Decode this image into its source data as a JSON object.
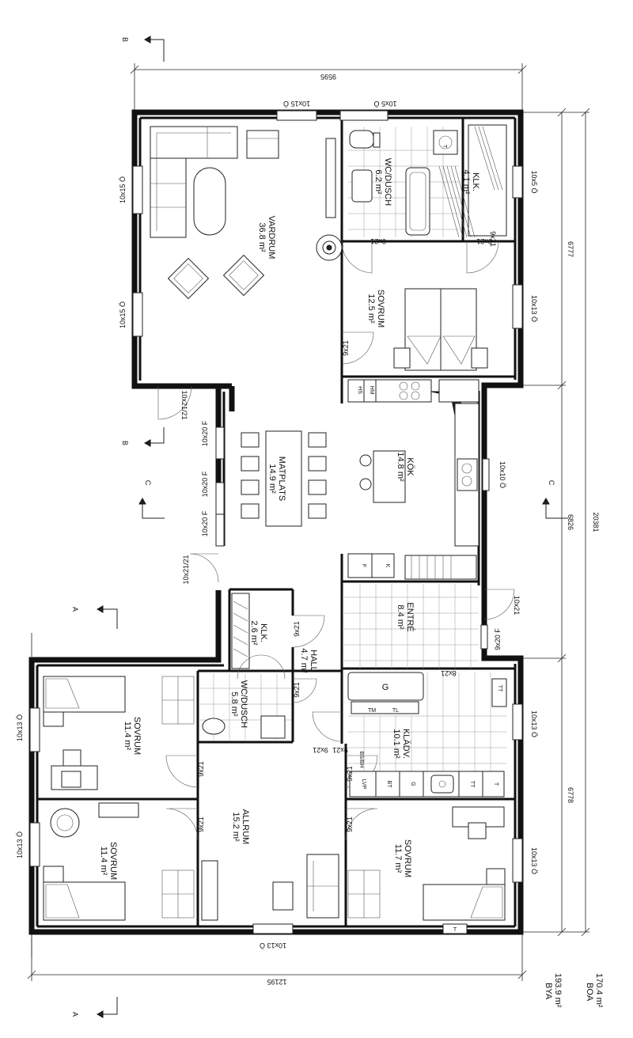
{
  "rooms": {
    "vardrum": {
      "name": "VARDRUM",
      "area": "36.8 m²"
    },
    "wcdusch_top": {
      "name": "WC/DUSCH",
      "area": "6.2 m²"
    },
    "klk_top": {
      "name": "KLK.",
      "area": "4.1 m²"
    },
    "sovrum_top": {
      "name": "SOVRUM",
      "area": "12.5 m²"
    },
    "matplats": {
      "name": "MATPLATS",
      "area": "14.9 m²"
    },
    "kok": {
      "name": "KÖK",
      "area": "14.8 m²"
    },
    "klk_mid": {
      "name": "KLK.",
      "area": "2.6 m²"
    },
    "hall": {
      "name": "HALL",
      "area": "4.7 m²"
    },
    "entre": {
      "name": "ENTRÉ",
      "area": "8.4 m²"
    },
    "wcdusch_bot": {
      "name": "WC/DUSCH",
      "area": "5.8 m²"
    },
    "kladv": {
      "name": "KLÄDV.",
      "area": "10.1 m²"
    },
    "sovrum_l1": {
      "name": "SOVRUM",
      "area": "11.4 m²"
    },
    "sovrum_l2": {
      "name": "SOVRUM",
      "area": "11.4 m²"
    },
    "allrum": {
      "name": "ALLRUM",
      "area": "15.2 m²"
    },
    "sovrum_br": {
      "name": "SOVRUM",
      "area": "11.7 m²"
    }
  },
  "windows": {
    "top1": "10x15 Ö",
    "top2": "10x5 Ö",
    "left1": "10x15 Ö",
    "left2": "10x15 Ö",
    "right1": "10x5 Ö",
    "right2": "10x13 Ö",
    "right3": "10x10 Ö",
    "right4": "10x13 Ö",
    "right5": "10x13 Ö",
    "left3": "10x13 Ö",
    "left4": "10x13 Ö",
    "bottom1": "10x13 Ö",
    "f1": "10x20 F",
    "f2": "10x20 F",
    "f3": "10x20 F",
    "door1": "10x21/21",
    "door2": "10x21/21",
    "door3": "10x21",
    "door4": "9x20 F"
  },
  "doors": {
    "d1": "9x21",
    "d2": "9x21",
    "d3": "9x21",
    "d4": "9x21",
    "d5": "9x21",
    "d6": "9x21",
    "d7": "9x21",
    "d8": "9x21",
    "d9": "9x21",
    "d10": "9x21",
    "d11": "8x21",
    "d12": "9x21",
    "d13": "9x21"
  },
  "dimensions": {
    "top_width": "9595",
    "bottom_width": "12195",
    "right_total": "20381",
    "right_upper": "6777",
    "right_mid": "6826",
    "right_lower": "6778"
  },
  "section_marks": {
    "b_top": "B",
    "b_mid": "B",
    "c_left": "C",
    "c_right": "C",
    "a_mid": "A",
    "a_bot": "A"
  },
  "appliance_labels": {
    "hs": "HS",
    "hm": "HM",
    "f1": "F",
    "k1": "K",
    "g1": "G",
    "g2": "G",
    "lvp": "LVP",
    "tt": "TT",
    "tt2": "TT",
    "t": "T",
    "bt": "BT",
    "t2": "T",
    "tm": "TM",
    "tl": "TL",
    "bsbh": "BS/BH",
    "t3": "T"
  },
  "summary": {
    "bya_label": "BYA",
    "bya_value": "193.9 m²",
    "boa_label": "BOA",
    "boa_value": "170.4 m²"
  }
}
